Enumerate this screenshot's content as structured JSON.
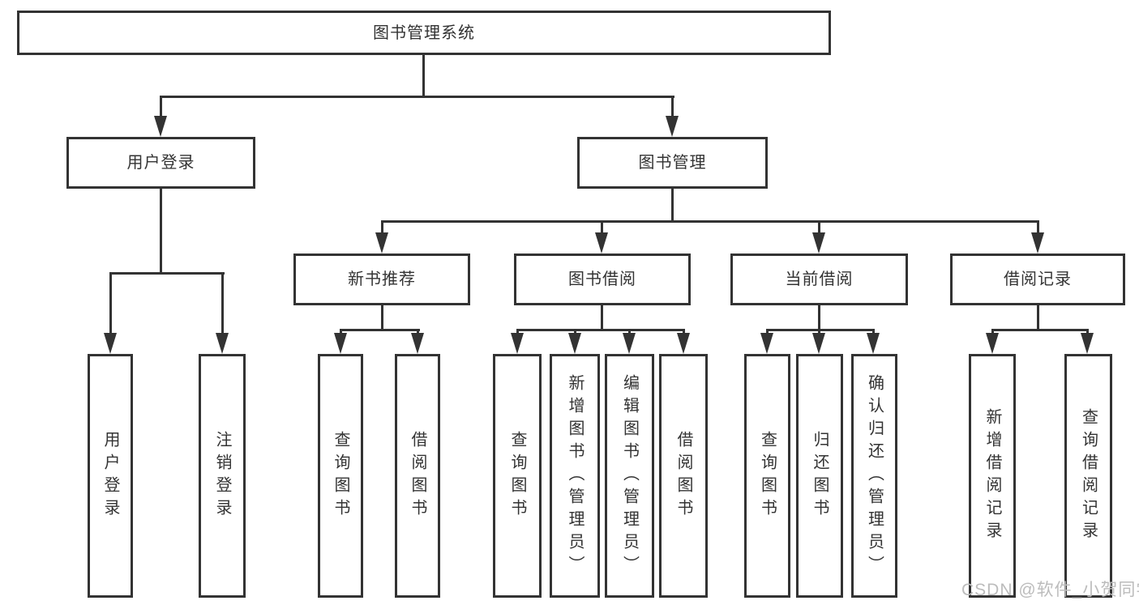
{
  "diagram": {
    "root": {
      "label": "图书管理系统"
    },
    "branches": [
      {
        "label": "用户登录",
        "children": [
          {
            "label": "用户登录"
          },
          {
            "label": "注销登录"
          }
        ]
      },
      {
        "label": "图书管理",
        "children": [
          {
            "label": "新书推荐",
            "children": [
              {
                "label": "查询图书"
              },
              {
                "label": "借阅图书"
              }
            ]
          },
          {
            "label": "图书借阅",
            "children": [
              {
                "label": "查询图书"
              },
              {
                "label": "新增图书（管理员）"
              },
              {
                "label": "编辑图书（管理员）"
              },
              {
                "label": "借阅图书"
              }
            ]
          },
          {
            "label": "当前借阅",
            "children": [
              {
                "label": "查询图书"
              },
              {
                "label": "归还图书"
              },
              {
                "label": "确认归还（管理员）"
              }
            ]
          },
          {
            "label": "借阅记录",
            "children": [
              {
                "label": "新增借阅记录"
              },
              {
                "label": "查询借阅记录"
              }
            ]
          }
        ]
      }
    ],
    "watermark": "CSDN @软件_小贺同学",
    "colors": {
      "line": "#333333",
      "text": "#333333",
      "watermark": "#bcbcbc",
      "background": "#ffffff"
    }
  }
}
